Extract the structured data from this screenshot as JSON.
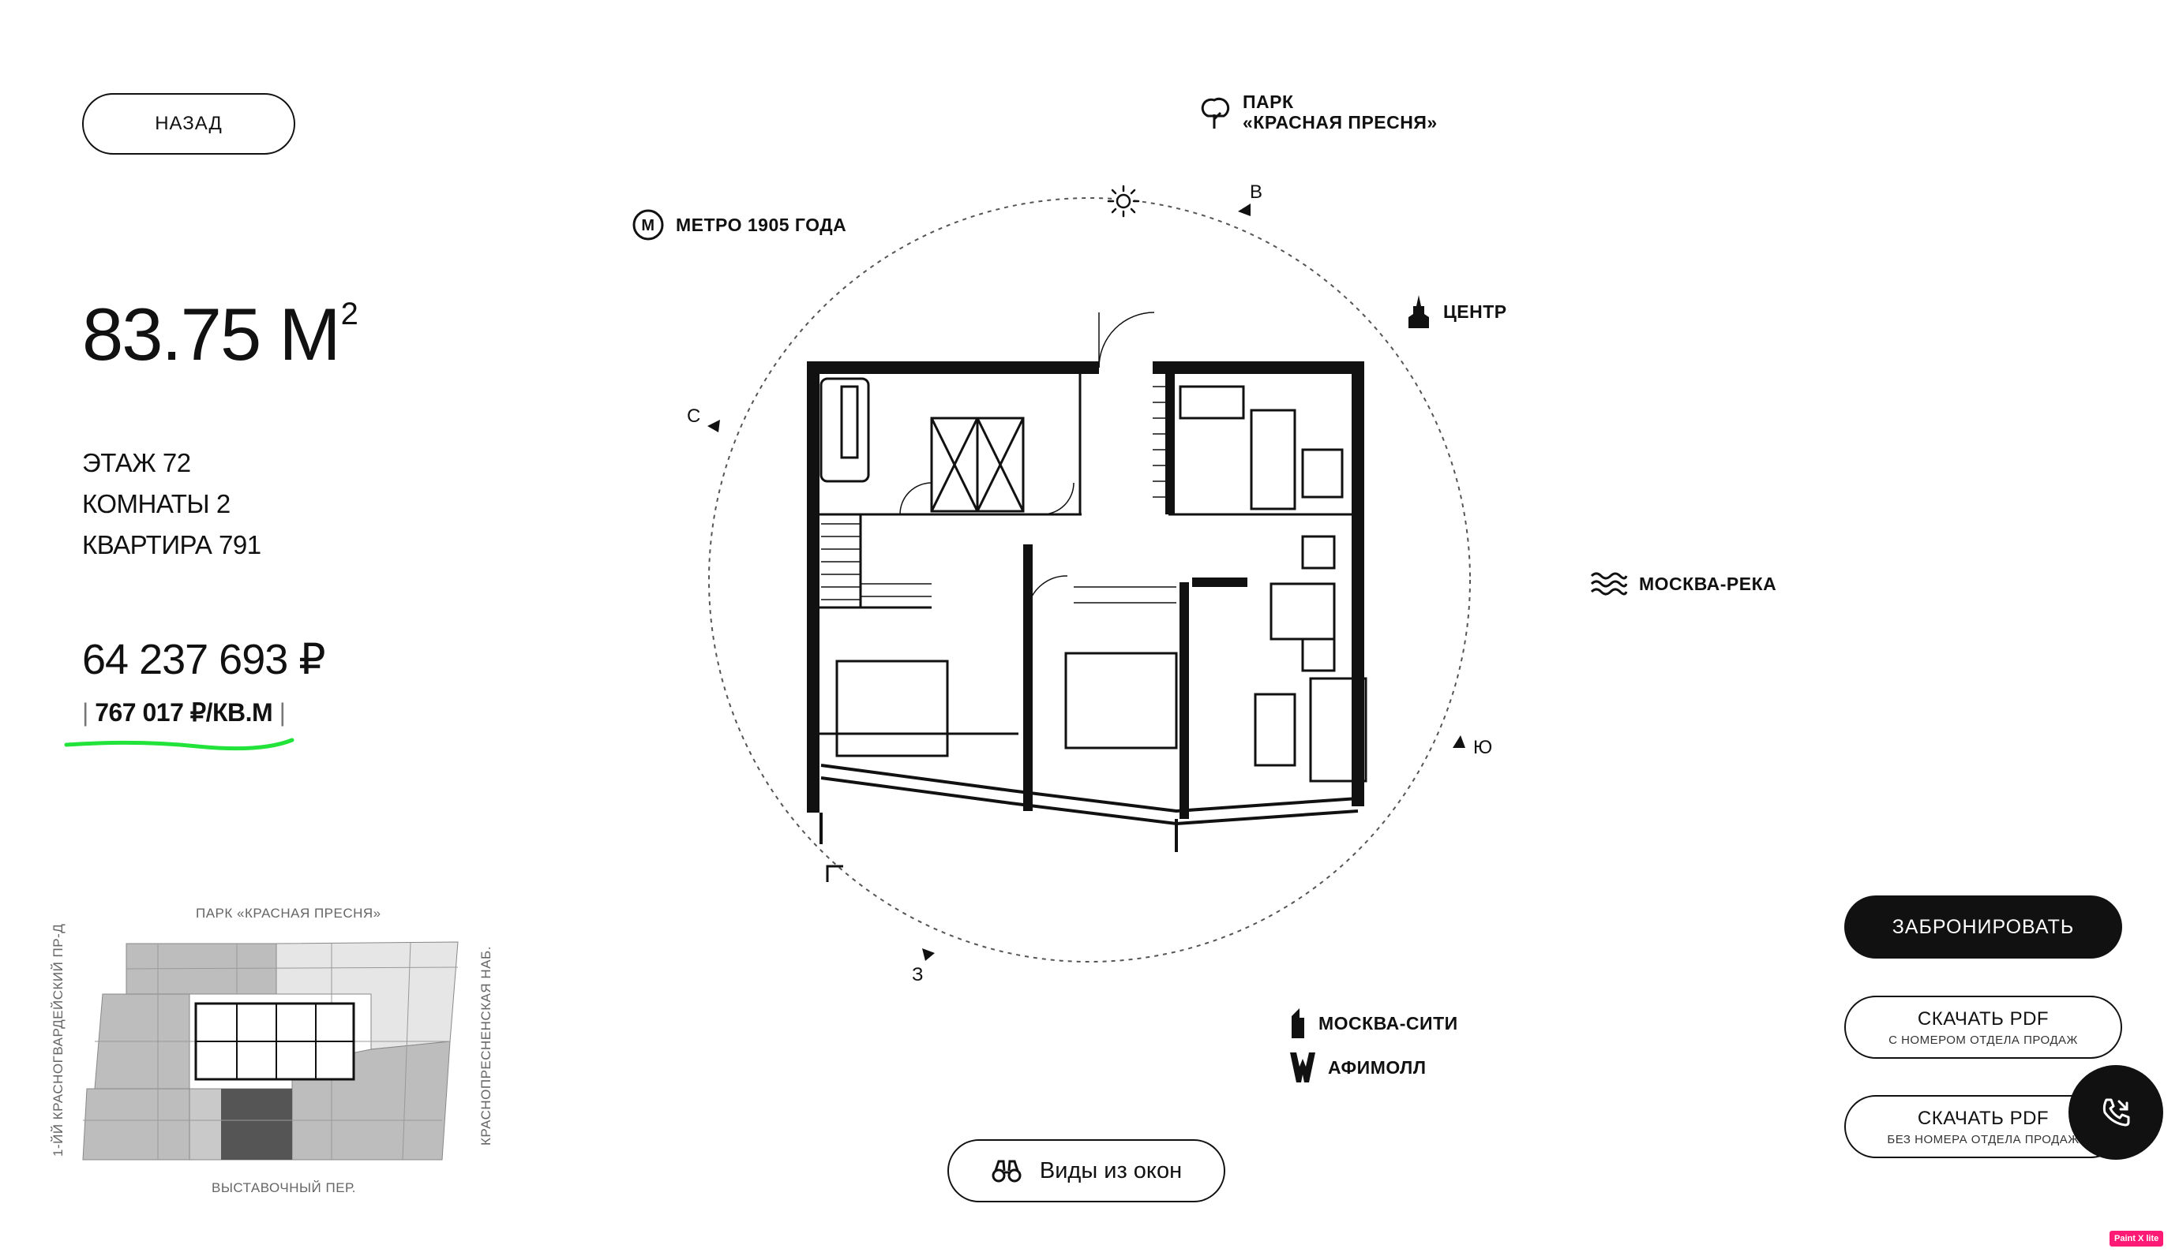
{
  "nav": {
    "back_label": "НАЗАД"
  },
  "apartment": {
    "area_value": "83.75 М",
    "area_unit_sup": "2",
    "floor_line": "ЭТАЖ 72",
    "rooms_line": "КОМНАТЫ 2",
    "apartment_line": "КВАРТИРА 791",
    "price": "64 237 693 ₽",
    "price_per_m2": "767 017 ₽/КВ.М",
    "price_separator": "|"
  },
  "floor_thumbnail": {
    "top_label": "ПАРК «КРАСНАЯ ПРЕСНЯ»",
    "bottom_label": "ВЫСТАВОЧНЫЙ ПЕР.",
    "left_label": "1-ЙЙ КРАСНОГВАРДЕЙСКИЙ ПР-Д",
    "right_label": "КРАСНОПРЕСНЕНСКАЯ НАБ."
  },
  "compass": {
    "north": "С",
    "east": "В",
    "south": "Ю",
    "west": "З"
  },
  "landmarks": {
    "park_line1": "ПАРК",
    "park_line2": "«КРАСНАЯ ПРЕСНЯ»",
    "metro": "МЕТРО 1905 ГОДА",
    "center": "ЦЕНТР",
    "river": "МОСКВА-РЕКА",
    "city": "МОСКВА-СИТИ",
    "afimall": "АФИМОЛЛ"
  },
  "icons": {
    "park": "tree-icon",
    "metro": "metro-icon",
    "center": "kremlin-icon",
    "river": "waves-icon",
    "city": "skyscraper-icon",
    "afimall": "mall-icon",
    "sun": "sun-icon",
    "views": "binoculars-icon",
    "call": "phone-icon"
  },
  "actions": {
    "book_label": "ЗАБРОНИРОВАТЬ",
    "pdf_with_title": "СКАЧАТЬ PDF",
    "pdf_with_sub": "С НОМЕРОМ ОТДЕЛА ПРОДАЖ",
    "pdf_without_title": "СКАЧАТЬ PDF",
    "pdf_without_sub": "БЕЗ НОМЕРА ОТДЕЛА ПРОДАЖ",
    "views_label": "Виды из окон"
  },
  "badge": "Paint X lite",
  "colors": {
    "accent_underline": "#22e33a",
    "primary": "#111111",
    "badge": "#ff1a75"
  }
}
